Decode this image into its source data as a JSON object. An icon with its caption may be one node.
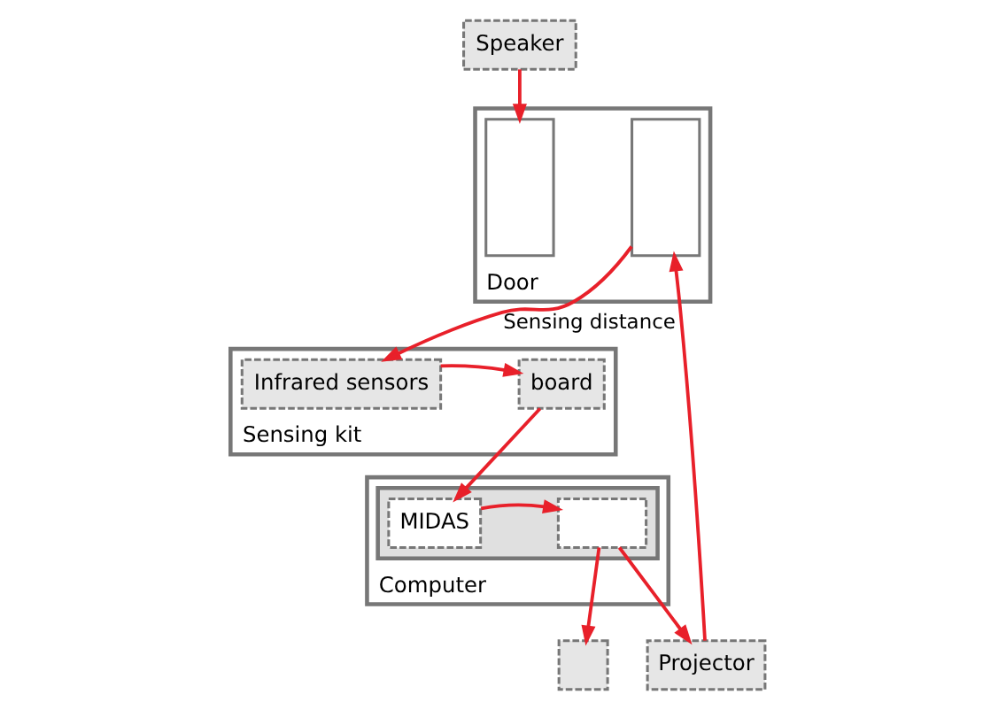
{
  "diagram": {
    "nodes": [
      {
        "text": [
          "Door"
        ]
      },
      {
        "text": [],
        "shape": "box",
        "in": 0
      },
      {
        "text": [],
        "shape": "box",
        "in": 0
      },
      {
        "text": [
          "Sensing kit"
        ]
      },
      {
        "text": [
          "Infrared sensors"
        ],
        "in": 3
      },
      {
        "text": [
          "board"
        ],
        "in": 3
      },
      {
        "text": [
          "Computer"
        ]
      },
      {
        "text": [],
        "shape": "box",
        "in": 6
      },
      {
        "text": [],
        "shape": "box",
        "in": 7
      },
      {
        "text": [
          "MIDAS"
        ],
        "in": 7
      },
      {
        "text": [
          "Projector"
        ]
      },
      {
        "text": [
          "Speaker"
        ]
      },
      {
        "text": [],
        "shape": "box"
      }
    ],
    "edges": [
      {
        "from": 2,
        "to": 4,
        "arrow": "to",
        "label": "Sensing distance"
      },
      {
        "from": 4,
        "to": 5,
        "arrow": "to"
      },
      {
        "from": 5,
        "to": 9,
        "arrow": "to"
      },
      {
        "from": 9,
        "to": 8,
        "arrow": "to"
      },
      {
        "from": 8,
        "to": 10,
        "arrow": "to"
      },
      {
        "from": 8,
        "to": 12,
        "arrow": "to"
      },
      {
        "from": 11,
        "to": 1,
        "arrow": "to"
      },
      {
        "from": 10,
        "to": 2,
        "arrow": "to"
      }
    ]
  }
}
